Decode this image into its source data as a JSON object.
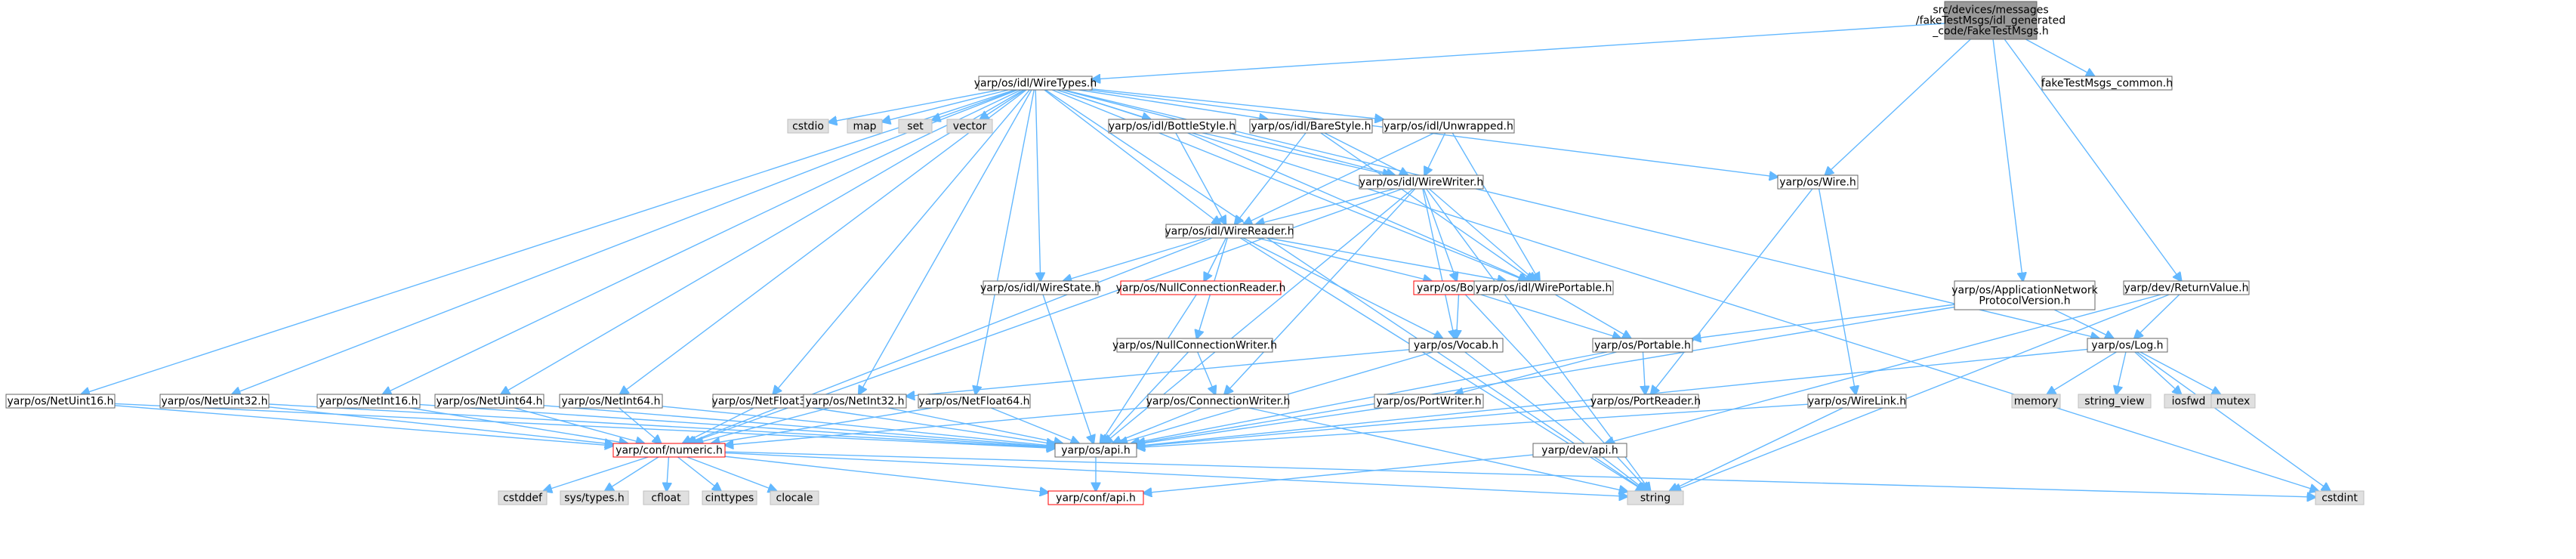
{
  "diagram": {
    "colors": {
      "edge": "#63b8ff",
      "root_fill": "#999999",
      "node_fill": "#ffffff",
      "external_fill": "#e0e0e0",
      "border": "#666666",
      "red_node_border": "#ff0000",
      "red_node_text": "#ff0000"
    },
    "nodes": [
      {
        "id": "root",
        "label": [
          "src/devices/messages",
          "/fakeTestMsgs/idl_generated",
          "_code/FakeTestMsgs.h"
        ],
        "kind": "root"
      },
      {
        "id": "wiretypes",
        "label": [
          "yarp/os/idl/WireTypes.h"
        ],
        "kind": "normal"
      },
      {
        "id": "faketestmsgs_common",
        "label": [
          "fakeTestMsgs_common.h"
        ],
        "kind": "normal"
      },
      {
        "id": "appnetproto",
        "label": [
          "yarp/os/ApplicationNetwork",
          "ProtocolVersion.h"
        ],
        "kind": "normal"
      },
      {
        "id": "returnvalue",
        "label": [
          "yarp/dev/ReturnValue.h"
        ],
        "kind": "normal"
      },
      {
        "id": "cstdio",
        "label": [
          "cstdio"
        ],
        "kind": "external"
      },
      {
        "id": "map",
        "label": [
          "map"
        ],
        "kind": "external"
      },
      {
        "id": "set",
        "label": [
          "set"
        ],
        "kind": "external"
      },
      {
        "id": "vector",
        "label": [
          "vector"
        ],
        "kind": "external"
      },
      {
        "id": "bottlestyle",
        "label": [
          "yarp/os/idl/BottleStyle.h"
        ],
        "kind": "normal"
      },
      {
        "id": "barestyle",
        "label": [
          "yarp/os/idl/BareStyle.h"
        ],
        "kind": "normal"
      },
      {
        "id": "unwrapped",
        "label": [
          "yarp/os/idl/Unwrapped.h"
        ],
        "kind": "normal"
      },
      {
        "id": "wirewriter",
        "label": [
          "yarp/os/idl/WireWriter.h"
        ],
        "kind": "normal"
      },
      {
        "id": "wire",
        "label": [
          "yarp/os/Wire.h"
        ],
        "kind": "normal"
      },
      {
        "id": "wirereader",
        "label": [
          "yarp/os/idl/WireReader.h"
        ],
        "kind": "normal"
      },
      {
        "id": "wirestate",
        "label": [
          "yarp/os/idl/WireState.h"
        ],
        "kind": "normal"
      },
      {
        "id": "nullconnreader",
        "label": [
          "yarp/os/NullConnectionReader.h"
        ],
        "kind": "red"
      },
      {
        "id": "bottle",
        "label": [
          "yarp/os/Bottle.h"
        ],
        "kind": "red"
      },
      {
        "id": "wireportable",
        "label": [
          "yarp/os/idl/WirePortable.h"
        ],
        "kind": "normal"
      },
      {
        "id": "nullconnwriter",
        "label": [
          "yarp/os/NullConnectionWriter.h"
        ],
        "kind": "normal"
      },
      {
        "id": "vocab",
        "label": [
          "yarp/os/Vocab.h"
        ],
        "kind": "normal"
      },
      {
        "id": "portable",
        "label": [
          "yarp/os/Portable.h"
        ],
        "kind": "normal"
      },
      {
        "id": "log",
        "label": [
          "yarp/os/Log.h"
        ],
        "kind": "normal"
      },
      {
        "id": "netuint16",
        "label": [
          "yarp/os/NetUint16.h"
        ],
        "kind": "normal"
      },
      {
        "id": "netuint32",
        "label": [
          "yarp/os/NetUint32.h"
        ],
        "kind": "normal"
      },
      {
        "id": "netint16",
        "label": [
          "yarp/os/NetInt16.h"
        ],
        "kind": "normal"
      },
      {
        "id": "netuint64",
        "label": [
          "yarp/os/NetUint64.h"
        ],
        "kind": "normal"
      },
      {
        "id": "netint64",
        "label": [
          "yarp/os/NetInt64.h"
        ],
        "kind": "normal"
      },
      {
        "id": "netfloat32",
        "label": [
          "yarp/os/NetFloat32.h"
        ],
        "kind": "normal"
      },
      {
        "id": "netint32",
        "label": [
          "yarp/os/NetInt32.h"
        ],
        "kind": "normal"
      },
      {
        "id": "netfloat64",
        "label": [
          "yarp/os/NetFloat64.h"
        ],
        "kind": "normal"
      },
      {
        "id": "connwriter",
        "label": [
          "yarp/os/ConnectionWriter.h"
        ],
        "kind": "normal"
      },
      {
        "id": "portwriter",
        "label": [
          "yarp/os/PortWriter.h"
        ],
        "kind": "normal"
      },
      {
        "id": "portreader",
        "label": [
          "yarp/os/PortReader.h"
        ],
        "kind": "normal"
      },
      {
        "id": "wirelink",
        "label": [
          "yarp/os/WireLink.h"
        ],
        "kind": "normal"
      },
      {
        "id": "memory",
        "label": [
          "memory"
        ],
        "kind": "external"
      },
      {
        "id": "string_view",
        "label": [
          "string_view"
        ],
        "kind": "external"
      },
      {
        "id": "iosfwd",
        "label": [
          "iosfwd"
        ],
        "kind": "external"
      },
      {
        "id": "mutex",
        "label": [
          "mutex"
        ],
        "kind": "external"
      },
      {
        "id": "numeric",
        "label": [
          "yarp/conf/numeric.h"
        ],
        "kind": "red"
      },
      {
        "id": "osapi",
        "label": [
          "yarp/os/api.h"
        ],
        "kind": "normal"
      },
      {
        "id": "devapi",
        "label": [
          "yarp/dev/api.h"
        ],
        "kind": "normal"
      },
      {
        "id": "cstddef",
        "label": [
          "cstddef"
        ],
        "kind": "external"
      },
      {
        "id": "systypes",
        "label": [
          "sys/types.h"
        ],
        "kind": "external"
      },
      {
        "id": "cfloat",
        "label": [
          "cfloat"
        ],
        "kind": "external"
      },
      {
        "id": "cinttypes",
        "label": [
          "cinttypes"
        ],
        "kind": "external"
      },
      {
        "id": "clocale",
        "label": [
          "clocale"
        ],
        "kind": "external"
      },
      {
        "id": "confapi",
        "label": [
          "yarp/conf/api.h"
        ],
        "kind": "red"
      },
      {
        "id": "string",
        "label": [
          "string"
        ],
        "kind": "external"
      },
      {
        "id": "cstdint",
        "label": [
          "cstdint"
        ],
        "kind": "external"
      }
    ],
    "edges": [
      [
        "root",
        "wiretypes"
      ],
      [
        "root",
        "faketestmsgs_common"
      ],
      [
        "root",
        "wire"
      ],
      [
        "root",
        "appnetproto"
      ],
      [
        "root",
        "returnvalue"
      ],
      [
        "wiretypes",
        "cstdio"
      ],
      [
        "wiretypes",
        "map"
      ],
      [
        "wiretypes",
        "set"
      ],
      [
        "wiretypes",
        "vector"
      ],
      [
        "wiretypes",
        "bottlestyle"
      ],
      [
        "wiretypes",
        "barestyle"
      ],
      [
        "wiretypes",
        "unwrapped"
      ],
      [
        "wiretypes",
        "wirewriter"
      ],
      [
        "wiretypes",
        "wirereader"
      ],
      [
        "wiretypes",
        "wirestate"
      ],
      [
        "wiretypes",
        "wireportable"
      ],
      [
        "wiretypes",
        "wire"
      ],
      [
        "wiretypes",
        "log"
      ],
      [
        "wiretypes",
        "string"
      ],
      [
        "wiretypes",
        "cstdint"
      ],
      [
        "wiretypes",
        "netuint16"
      ],
      [
        "wiretypes",
        "netuint32"
      ],
      [
        "wiretypes",
        "netint16"
      ],
      [
        "wiretypes",
        "netuint64"
      ],
      [
        "wiretypes",
        "netint64"
      ],
      [
        "wiretypes",
        "netfloat32"
      ],
      [
        "wiretypes",
        "netint32"
      ],
      [
        "wiretypes",
        "netfloat64"
      ],
      [
        "bottlestyle",
        "wirereader"
      ],
      [
        "bottlestyle",
        "wirewriter"
      ],
      [
        "bottlestyle",
        "wireportable"
      ],
      [
        "barestyle",
        "wirereader"
      ],
      [
        "barestyle",
        "wirewriter"
      ],
      [
        "barestyle",
        "wireportable"
      ],
      [
        "unwrapped",
        "wirereader"
      ],
      [
        "unwrapped",
        "wirewriter"
      ],
      [
        "unwrapped",
        "wireportable"
      ],
      [
        "wirewriter",
        "wirereader"
      ],
      [
        "wirewriter",
        "wireportable"
      ],
      [
        "wirewriter",
        "bottle"
      ],
      [
        "wirewriter",
        "vocab"
      ],
      [
        "wirewriter",
        "connwriter"
      ],
      [
        "wirewriter",
        "osapi"
      ],
      [
        "wirewriter",
        "numeric"
      ],
      [
        "wirewriter",
        "string"
      ],
      [
        "wirereader",
        "wirestate"
      ],
      [
        "wirereader",
        "nullconnreader"
      ],
      [
        "wirereader",
        "bottle"
      ],
      [
        "wirereader",
        "wireportable"
      ],
      [
        "wirereader",
        "nullconnwriter"
      ],
      [
        "wirereader",
        "vocab"
      ],
      [
        "wirereader",
        "numeric"
      ],
      [
        "wirereader",
        "string"
      ],
      [
        "wirestate",
        "osapi"
      ],
      [
        "nullconnreader",
        "osapi"
      ],
      [
        "bottle",
        "vocab"
      ],
      [
        "bottle",
        "portable"
      ],
      [
        "bottle",
        "string"
      ],
      [
        "wireportable",
        "portable"
      ],
      [
        "nullconnwriter",
        "connwriter"
      ],
      [
        "nullconnwriter",
        "osapi"
      ],
      [
        "vocab",
        "osapi"
      ],
      [
        "vocab",
        "string"
      ],
      [
        "vocab",
        "netint32"
      ],
      [
        "portable",
        "portwriter"
      ],
      [
        "portable",
        "portreader"
      ],
      [
        "portable",
        "osapi"
      ],
      [
        "wire",
        "portreader"
      ],
      [
        "wire",
        "wirelink"
      ],
      [
        "appnetproto",
        "portable"
      ],
      [
        "appnetproto",
        "log"
      ],
      [
        "appnetproto",
        "osapi"
      ],
      [
        "returnvalue",
        "log"
      ],
      [
        "returnvalue",
        "devapi"
      ],
      [
        "returnvalue",
        "string"
      ],
      [
        "log",
        "memory"
      ],
      [
        "log",
        "string_view"
      ],
      [
        "log",
        "iosfwd"
      ],
      [
        "log",
        "mutex"
      ],
      [
        "log",
        "cstdint"
      ],
      [
        "log",
        "osapi"
      ],
      [
        "netuint16",
        "numeric"
      ],
      [
        "netuint16",
        "osapi"
      ],
      [
        "netuint32",
        "numeric"
      ],
      [
        "netuint32",
        "osapi"
      ],
      [
        "netint16",
        "numeric"
      ],
      [
        "netint16",
        "osapi"
      ],
      [
        "netuint64",
        "numeric"
      ],
      [
        "netuint64",
        "osapi"
      ],
      [
        "netint64",
        "numeric"
      ],
      [
        "netint64",
        "osapi"
      ],
      [
        "netfloat32",
        "numeric"
      ],
      [
        "netfloat32",
        "osapi"
      ],
      [
        "netint32",
        "numeric"
      ],
      [
        "netint32",
        "osapi"
      ],
      [
        "netfloat64",
        "numeric"
      ],
      [
        "netfloat64",
        "osapi"
      ],
      [
        "connwriter",
        "numeric"
      ],
      [
        "connwriter",
        "osapi"
      ],
      [
        "connwriter",
        "string"
      ],
      [
        "portwriter",
        "osapi"
      ],
      [
        "portreader",
        "osapi"
      ],
      [
        "wirelink",
        "osapi"
      ],
      [
        "wirelink",
        "string"
      ],
      [
        "numeric",
        "cstddef"
      ],
      [
        "numeric",
        "systypes"
      ],
      [
        "numeric",
        "cfloat"
      ],
      [
        "numeric",
        "cinttypes"
      ],
      [
        "numeric",
        "clocale"
      ],
      [
        "numeric",
        "confapi"
      ],
      [
        "numeric",
        "string"
      ],
      [
        "numeric",
        "cstdint"
      ],
      [
        "osapi",
        "confapi"
      ],
      [
        "devapi",
        "confapi"
      ]
    ]
  }
}
